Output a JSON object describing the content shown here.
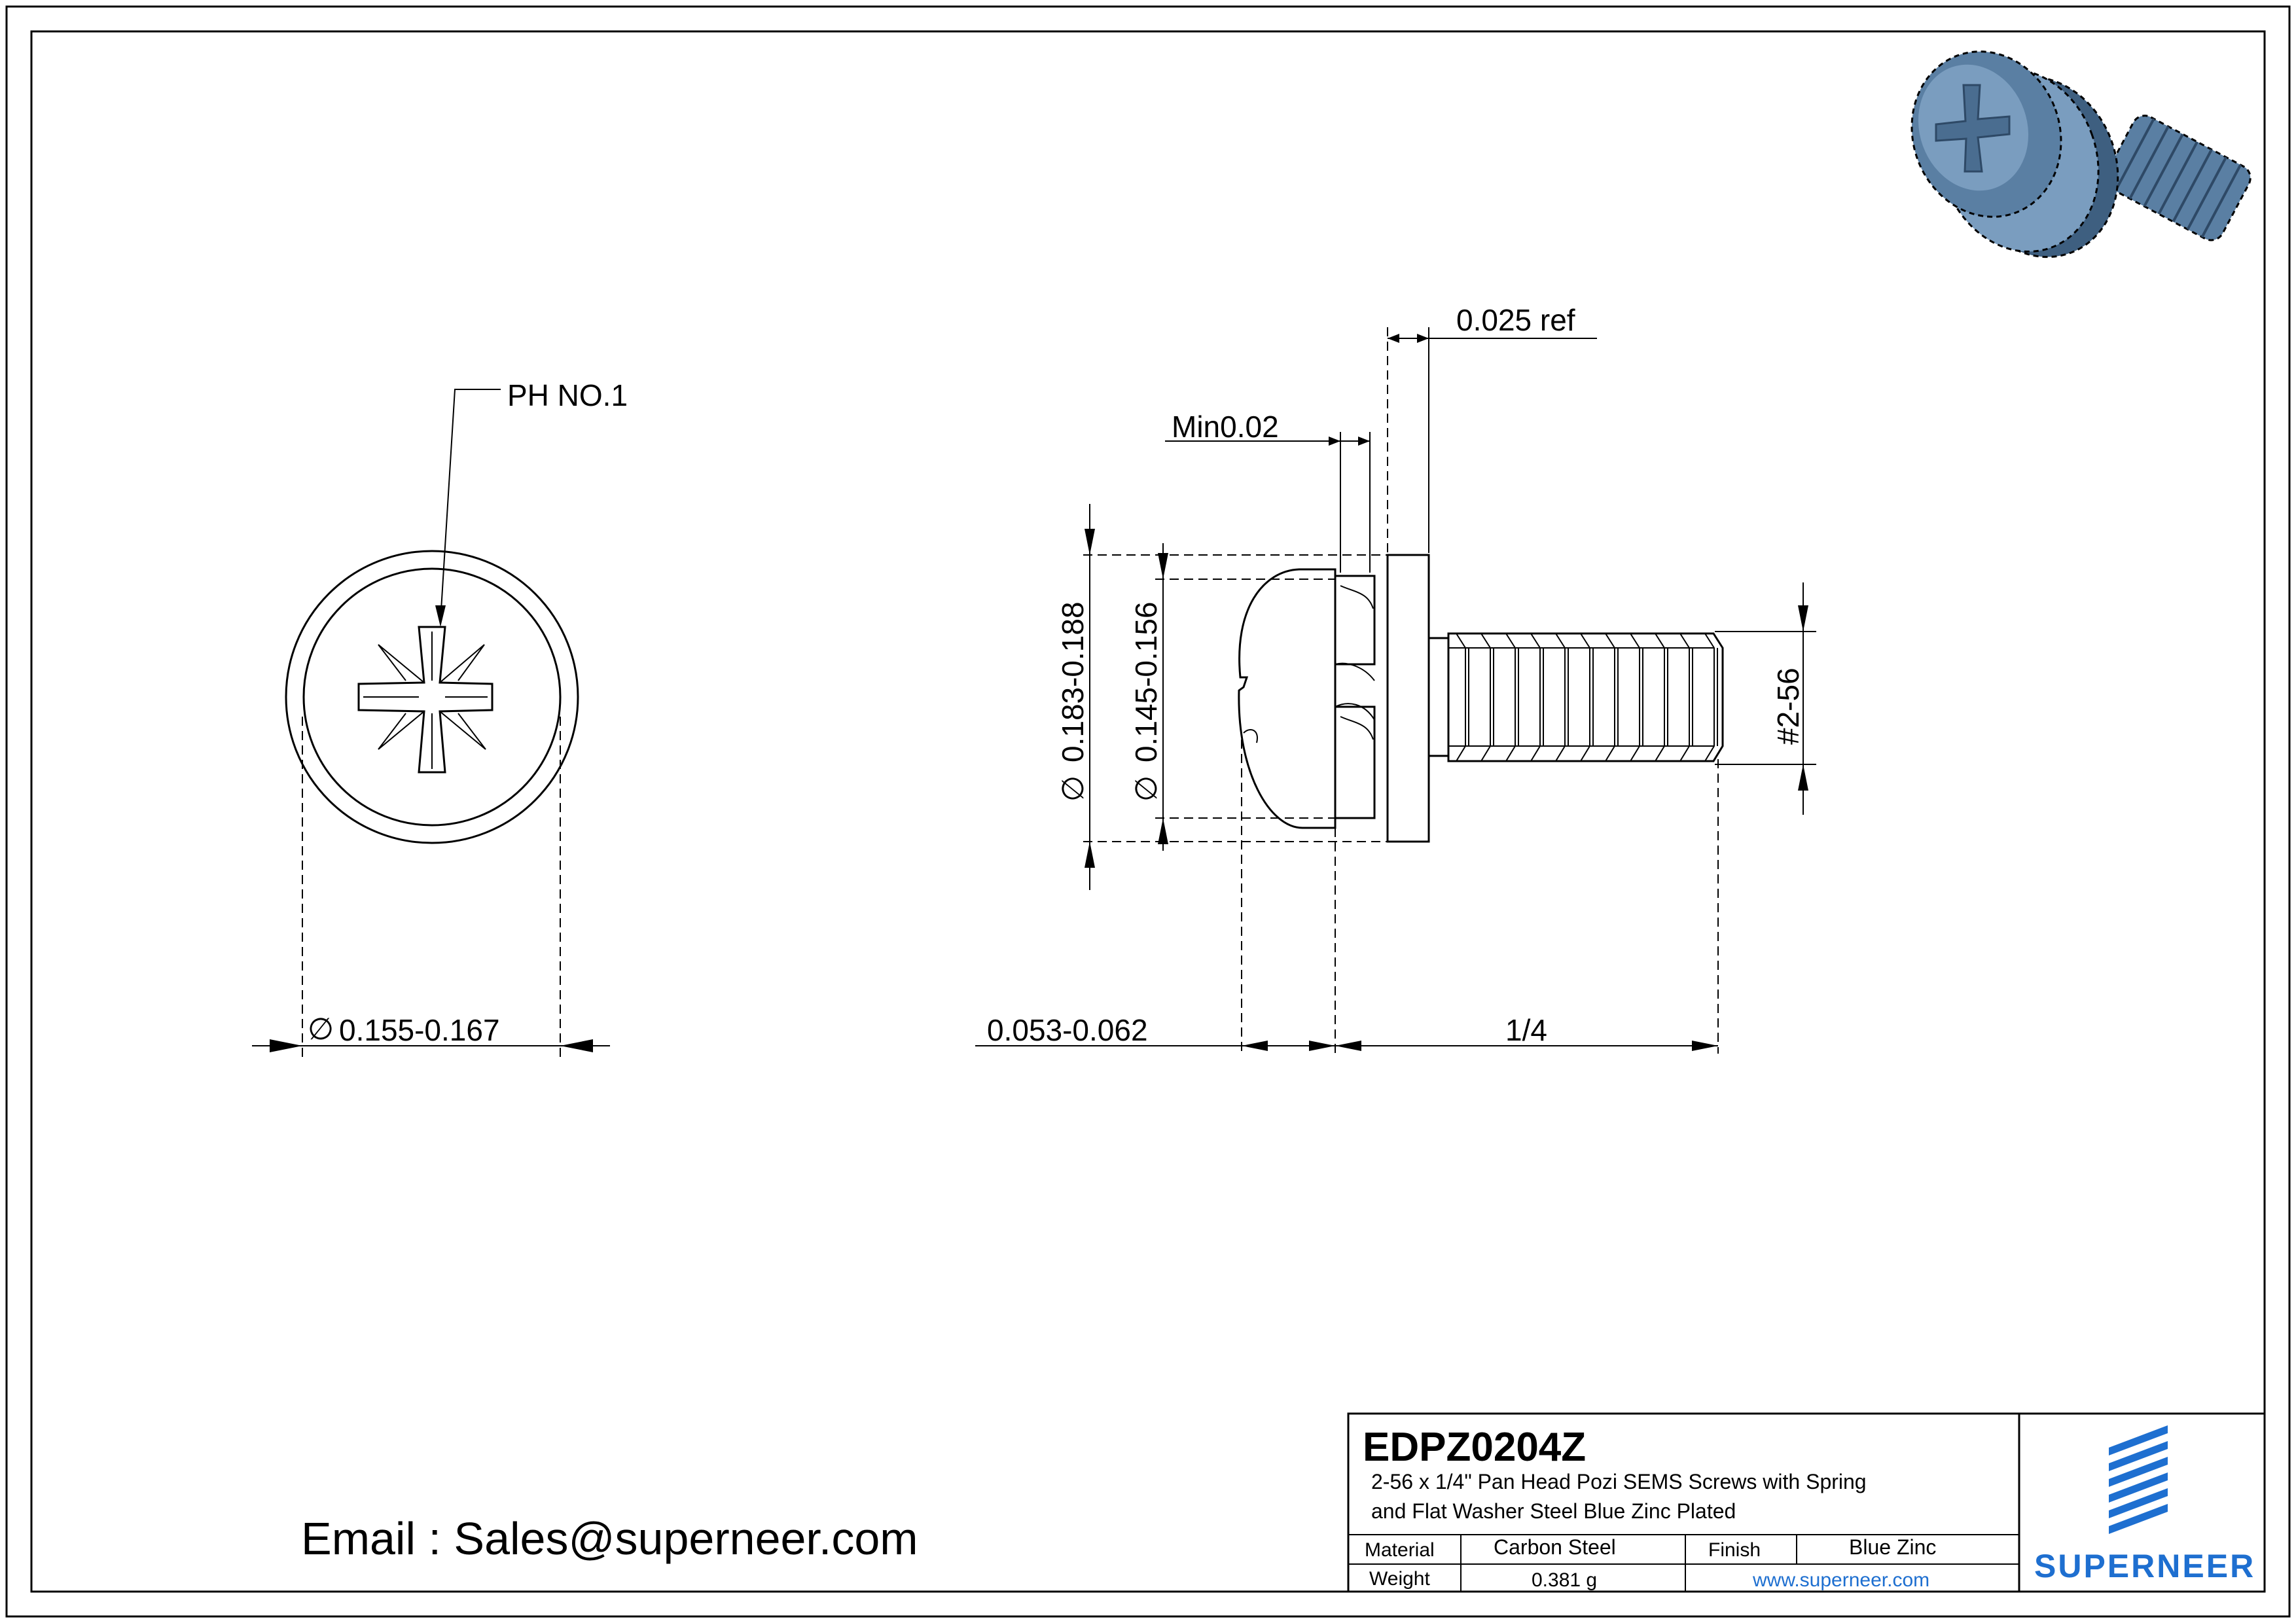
{
  "labels": {
    "drive": "PH NO.1",
    "head_diameter": "0.155-0.167",
    "head_height": "0.053-0.062",
    "length": "1/4",
    "outer_washer_diameter": "0.183-0.188",
    "inner_washer_diameter": "0.145-0.156",
    "washer_thickness": "0.025 ref",
    "spring_gap": "Min0.02",
    "thread": "#2-56",
    "diameter_symbol": "∅"
  },
  "email": "Email : Sales@superneer.com",
  "title_block": {
    "part_number": "EDPZ0204Z",
    "description_line1": "2-56 x 1/4\" Pan Head Pozi SEMS Screws with Spring",
    "description_line2": "and Flat Washer Steel Blue Zinc Plated",
    "material_label": "Material",
    "material_value": "Carbon Steel",
    "finish_label": "Finish",
    "finish_value": "Blue Zinc",
    "weight_label": "Weight",
    "weight_value": "0.381 g",
    "website": "www.superneer.com",
    "brand": "SUPERNEER"
  },
  "colors": {
    "line": "#000000",
    "brand_blue": "#1e6fd0",
    "render_blue": "#5a7fa3"
  },
  "icons": {
    "brand_logo": "stripes-logo-icon",
    "render": "screw-3d-render"
  }
}
